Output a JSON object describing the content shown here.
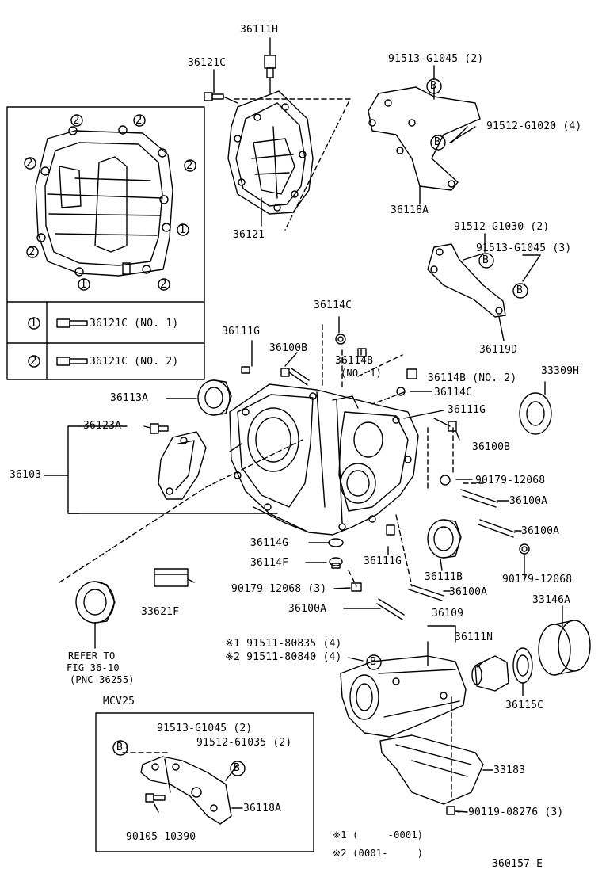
{
  "diagram_id": "360157-E",
  "legend": {
    "row1": {
      "mark": "1",
      "label": "36121C (NO. 1)"
    },
    "row2": {
      "mark": "2",
      "label": "36121C (NO. 2)"
    }
  },
  "inset_marks": {
    "one": "1",
    "two": "2"
  },
  "labels": {
    "p36111H": "36111H",
    "p36121C": "36121C",
    "p36121": "36121",
    "p91513_G1045_2_top": "91513-G1045 (2)",
    "p91512_G1020": "91512-G1020 (4)",
    "p36118A_top": "36118A",
    "p91512_G1030": "91512-G1030 (2)",
    "p91513_G1045_3": "91513-G1045 (3)",
    "p36119D": "36119D",
    "p36114C_top": "36114C",
    "p36111G_top": "36111G",
    "p36100B_left": "36100B",
    "p36114B_no1": "36114B",
    "p36114B_no1_sub": "(NO. 1)",
    "p36114B_no2": "36114B (NO. 2)",
    "p33309H": "33309H",
    "p36113A": "36113A",
    "p36114C_mid": "36114C",
    "p36111G_right": "36111G",
    "p36123A": "36123A",
    "p36100B_right": "36100B",
    "p36103": "36103",
    "p90179_12068_a": "90179-12068",
    "p36100A_a": "36100A",
    "p36100A_b": "36100A",
    "p36114G": "36114G",
    "p36111G_bottom": "36111G",
    "p36111B": "36111B",
    "p90179_12068_b": "90179-12068",
    "p36114F": "36114F",
    "p90179_12068_3": "90179-12068 (3)",
    "p36100A_c": "36100A",
    "p36100A_d": "36100A",
    "p36109": "36109",
    "p33146A": "33146A",
    "p33621F": "33621F",
    "refer1": "REFER TO",
    "refer2": "FIG 36-10",
    "refer3": "(PNC 36255)",
    "p91511_80835": "※1 91511-80835 (4)",
    "p91511_80840": "※2 91511-80840 (4)",
    "p36111N": "36111N",
    "p36115C": "36115C",
    "mcv25": "MCV25",
    "p91513_G1045_2_inset": "91513-G1045 (2)",
    "p91512_61035": "91512-61035 (2)",
    "p36118A_inset": "36118A",
    "p90105_10390": "90105-10390",
    "p33183": "33183",
    "p90119_08276": "90119-08276 (3)",
    "note1": "※1 (     -0001)",
    "note2": "※2 (0001-     )",
    "b_mark": "B"
  }
}
